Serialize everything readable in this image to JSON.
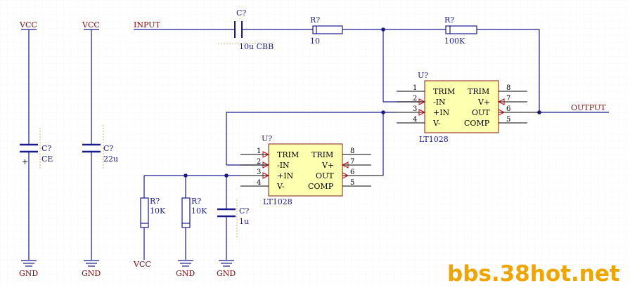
{
  "power": {
    "vcc1": "VCC",
    "vcc2": "VCC",
    "vcc3": "VCC",
    "gnd1": "GND",
    "gnd2": "GND",
    "gnd3": "GND",
    "gnd4": "GND"
  },
  "nets": {
    "input": "INPUT",
    "output": "OUTPUT"
  },
  "components": {
    "c_in": {
      "ref": "C?",
      "value": "10u CBB"
    },
    "r_in": {
      "ref": "R?",
      "value": "10"
    },
    "r_fb": {
      "ref": "R?",
      "value": "100K"
    },
    "c1": {
      "ref": "C?",
      "value": "CE",
      "polarity": "+"
    },
    "c2": {
      "ref": "C?",
      "value": "22u"
    },
    "c3": {
      "ref": "C?",
      "value": "1u"
    },
    "r1": {
      "ref": "R?",
      "value": "10K"
    },
    "r2": {
      "ref": "R?",
      "value": "10K"
    }
  },
  "u1": {
    "ref": "U?",
    "part": "LT1028",
    "left_pins": [
      {
        "num": "1",
        "name": "TRIM"
      },
      {
        "num": "2",
        "name": "-IN"
      },
      {
        "num": "3",
        "name": "+IN"
      },
      {
        "num": "4",
        "name": "V-"
      }
    ],
    "right_pins": [
      {
        "num": "8",
        "name": "TRIM"
      },
      {
        "num": "7",
        "name": "V+"
      },
      {
        "num": "6",
        "name": "OUT"
      },
      {
        "num": "5",
        "name": "COMP"
      }
    ]
  },
  "u2": {
    "ref": "U?",
    "part": "LT1028",
    "left_pins": [
      {
        "num": "1",
        "name": "TRIM"
      },
      {
        "num": "2",
        "name": "-IN"
      },
      {
        "num": "3",
        "name": "+IN"
      },
      {
        "num": "4",
        "name": "V-"
      }
    ],
    "right_pins": [
      {
        "num": "8",
        "name": "TRIM"
      },
      {
        "num": "7",
        "name": "V+"
      },
      {
        "num": "6",
        "name": "OUT"
      },
      {
        "num": "5",
        "name": "COMP"
      }
    ]
  },
  "watermark": "bbs.38hot.net",
  "colors": {
    "wire": "#1a1a8c",
    "label": "#7b0d0d",
    "ic_fill": "#ffffb0",
    "grid": "#e2e2e2",
    "watermark": "#f0a400"
  }
}
